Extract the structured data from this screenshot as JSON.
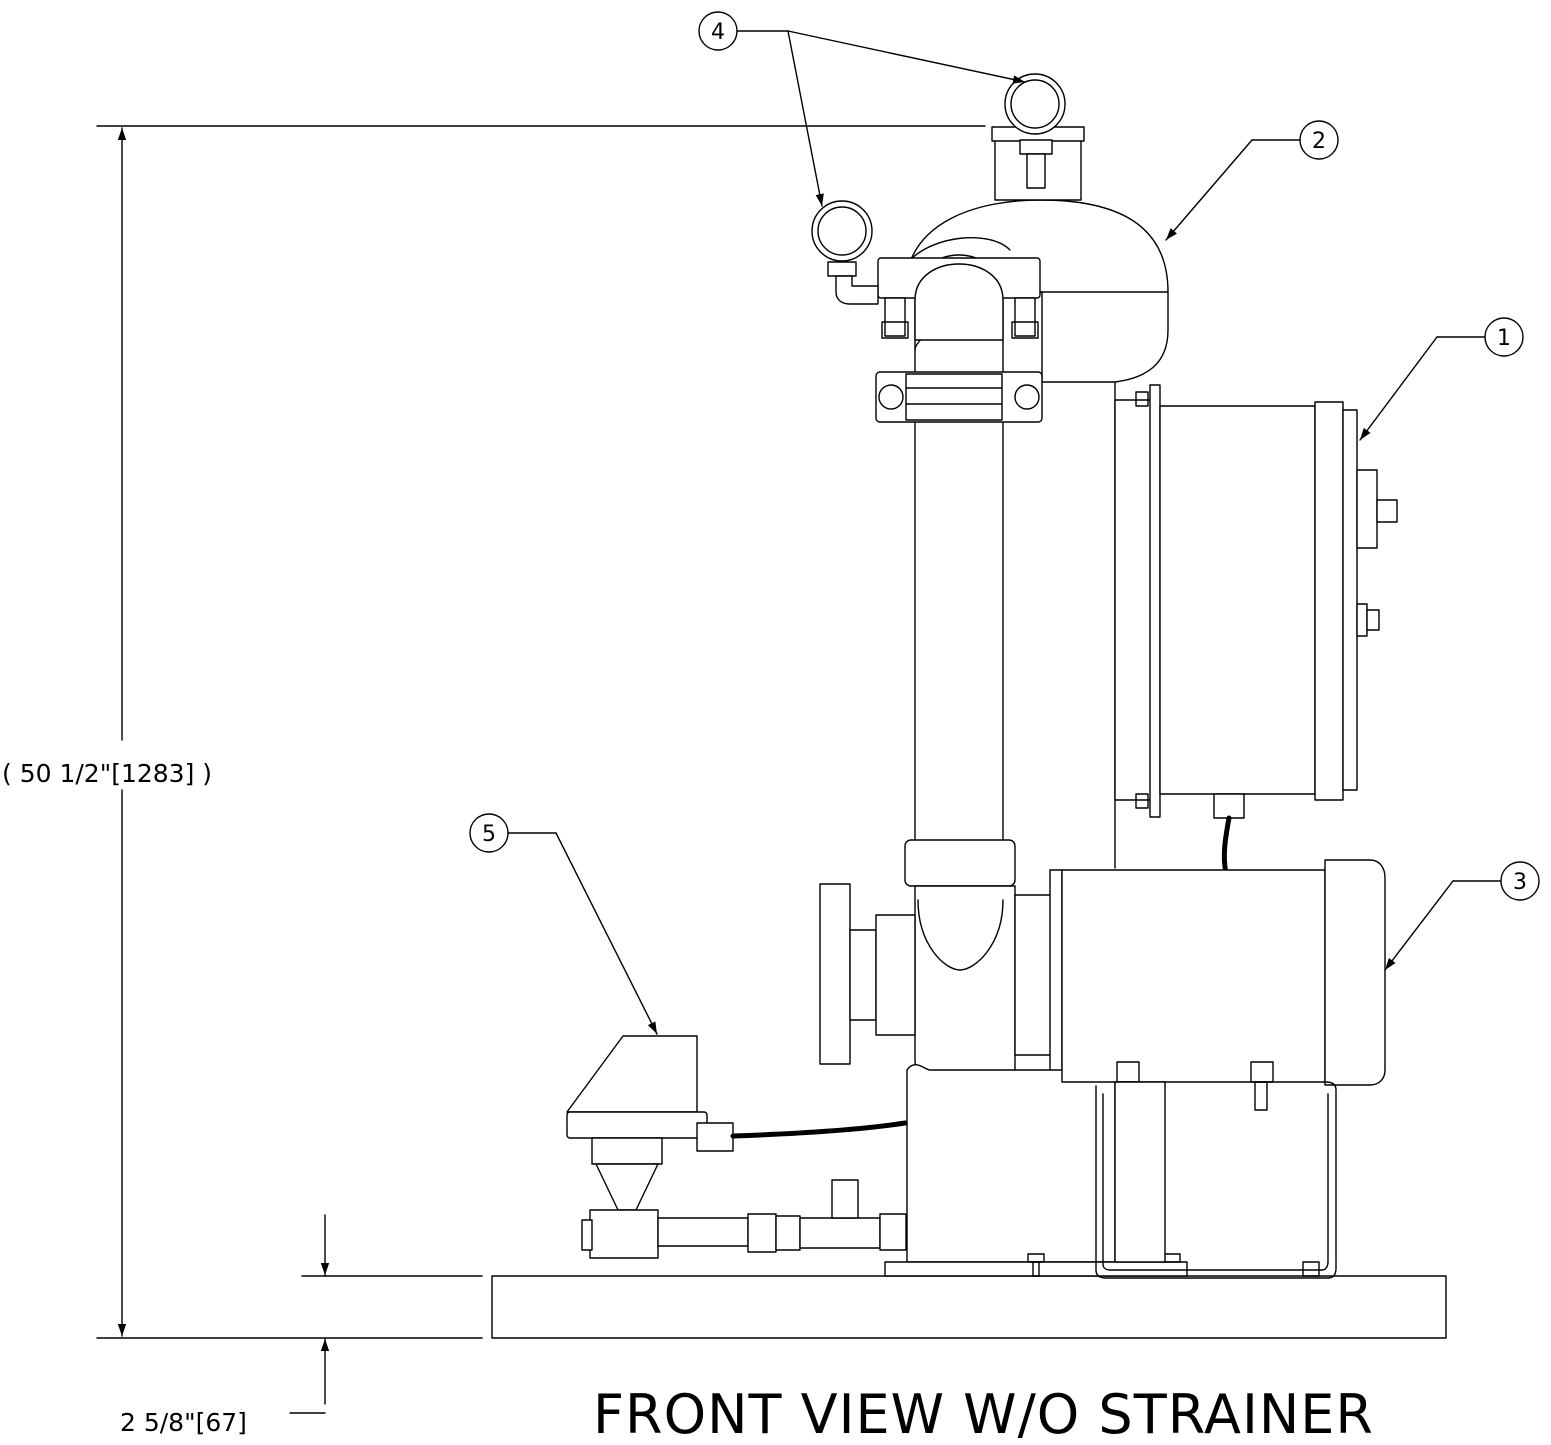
{
  "title": "FRONT VIEW W/O STRAINER",
  "dimensions": {
    "overall_height": "( 50 1/2\"[1283] )",
    "base_thickness": "2 5/8\"[67]"
  },
  "balloons": [
    {
      "id": "balloon-1",
      "label": "1"
    },
    {
      "id": "balloon-2",
      "label": "2"
    },
    {
      "id": "balloon-3",
      "label": "3"
    },
    {
      "id": "balloon-4",
      "label": "4"
    },
    {
      "id": "balloon-5",
      "label": "5"
    }
  ]
}
